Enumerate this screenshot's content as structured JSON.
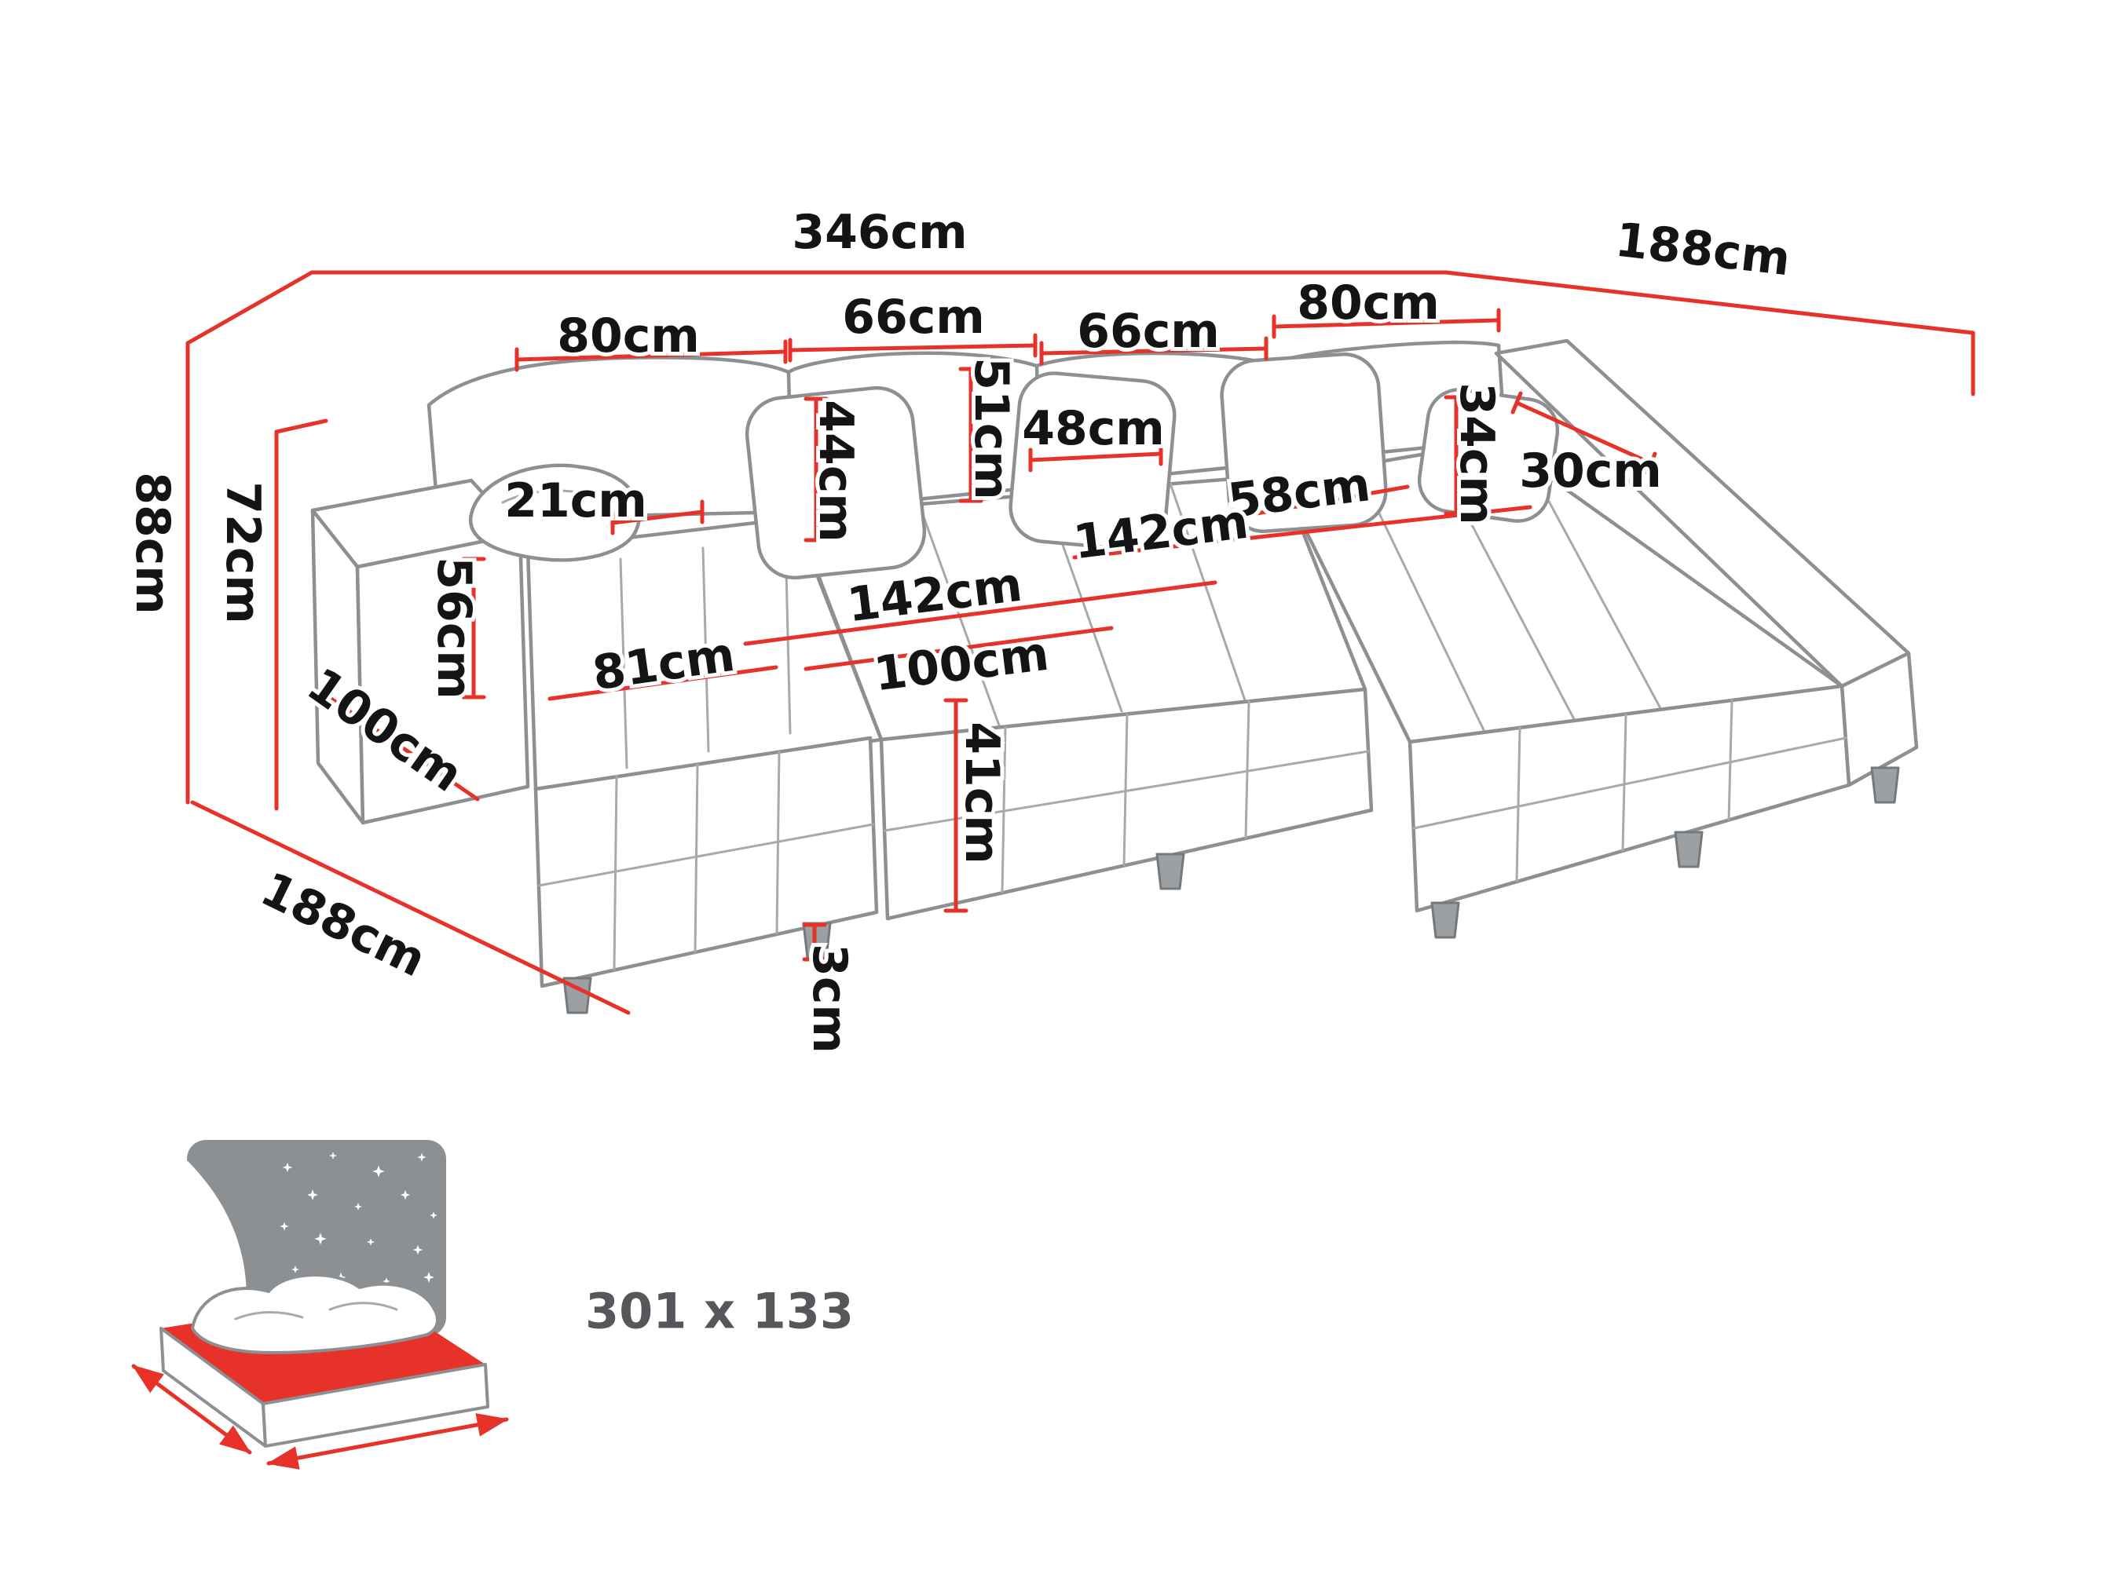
{
  "title": "U-shaped sofa dimensions diagram",
  "labels": {
    "total_width": "346cm",
    "total_depth_right": "188cm",
    "total_height": "88cm",
    "backrest_height": "72cm",
    "back_section_left": "80cm",
    "back_section_mid_left": "66cm",
    "back_section_mid_right": "66cm",
    "back_section_right": "80cm",
    "back_cushion_height": "51cm",
    "pillow_width": "44cm",
    "pillow_front_width": "48cm",
    "side_pillow_height": "34cm",
    "armrest_right_width": "30cm",
    "seat_depth": "58cm",
    "seat_width_right": "142cm",
    "armrest_top_width": "21cm",
    "seat_width_left": "142cm",
    "armrest_side_height": "56cm",
    "chaise_width": "81cm",
    "seat_front_width": "100cm",
    "armrest_depth": "100cm",
    "seat_height": "41cm",
    "leg_height": "3cm",
    "total_depth_left": "188cm",
    "sleeping_area": "301 x 133"
  },
  "colors": {
    "dimension": "#e63229",
    "outline": "#8d9093",
    "detail": "#a7aaad",
    "text": "#141414",
    "muted": "#56575b"
  }
}
